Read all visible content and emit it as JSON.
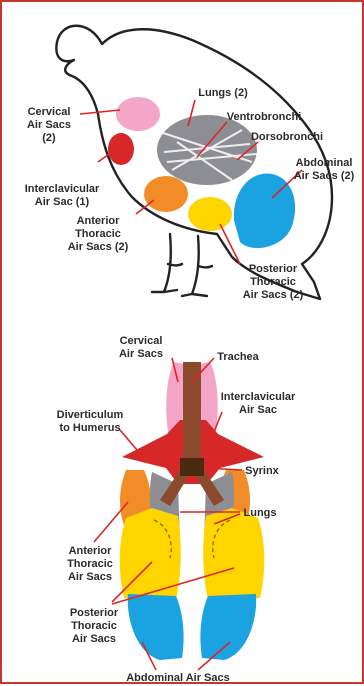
{
  "top": {
    "cervical_1": "Cervical",
    "cervical_2": "Air Sacs",
    "cervical_3": "(2)",
    "lungs": "Lungs (2)",
    "ventrobronchi": "Ventrobronchi",
    "dorsobronchi": "Dorsobronchi",
    "abdominal_1": "Abdominal",
    "abdominal_2": "Air Sacs (2)",
    "interclavicular_1": "Interclavicular",
    "interclavicular_2": "Air Sac (1)",
    "anterior_1": "Anterior",
    "anterior_2": "Thoracic",
    "anterior_3": "Air Sacs (2)",
    "posterior_1": "Posterior",
    "posterior_2": "Thoracic",
    "posterior_3": "Air Sacs (2)"
  },
  "bottom": {
    "cervical_1": "Cervical",
    "cervical_2": "Air Sacs",
    "trachea": "Trachea",
    "interclavicular_1": "Interclavicular",
    "interclavicular_2": "Air Sac",
    "diverticulum_1": "Diverticulum",
    "diverticulum_2": "to Humerus",
    "syrinx": "Syrinx",
    "lungs": "Lungs",
    "anterior_1": "Anterior",
    "anterior_2": "Thoracic",
    "anterior_3": "Air Sacs",
    "posterior_1": "Posterior",
    "posterior_2": "Thoracic",
    "posterior_3": "Air Sacs",
    "abdominal": "Abdominal Air Sacs"
  },
  "colors": {
    "frame": "#c0392b",
    "leader_line": "#e02424",
    "cervical": "#f3a6c8",
    "interclavicular": "#d62828",
    "lungs": "#8d8d94",
    "anterior_thoracic": "#f28c28",
    "posterior_thoracic": "#ffd500",
    "abdominal": "#1aa3e0",
    "trachea": "#8b4a2b",
    "syrinx": "#4a2a10"
  }
}
